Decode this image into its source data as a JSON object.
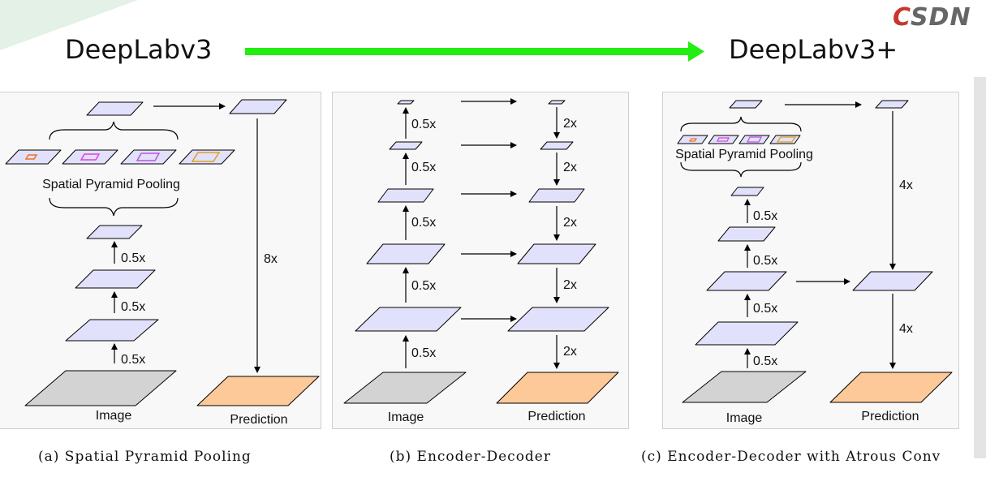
{
  "header": {
    "logo_text": "CSDN",
    "left_title": "DeepLabv3",
    "right_title": "DeepLabv3+",
    "arrow_color": "#22ee11"
  },
  "colors": {
    "feature_fill": "#e1e1fb",
    "image_fill": "#d3d3d3",
    "prediction_fill": "#fdc998",
    "pool_box_colors": [
      "#f07020",
      "#e040e0",
      "#c050e0",
      "#e0a020"
    ]
  },
  "panels": {
    "a": {
      "pool_label": "Spatial Pyramid Pooling",
      "scale_labels": [
        "0.5x",
        "0.5x",
        "0.5x"
      ],
      "upsample_label": "8x",
      "image_label": "Image",
      "prediction_label": "Prediction",
      "caption": "(a) Spatial Pyramid Pooling"
    },
    "b": {
      "encoder_labels": [
        "0.5x",
        "0.5x",
        "0.5x",
        "0.5x",
        "0.5x"
      ],
      "decoder_labels": [
        "2x",
        "2x",
        "2x",
        "2x",
        "2x"
      ],
      "image_label": "Image",
      "prediction_label": "Prediction",
      "caption": "(b) Encoder-Decoder"
    },
    "c": {
      "pool_label": "Spatial Pyramid Pooling",
      "encoder_labels": [
        "0.5x",
        "0.5x",
        "0.5x",
        "0.5x"
      ],
      "decoder_labels": [
        "4x",
        "4x"
      ],
      "image_label": "Image",
      "prediction_label": "Prediction",
      "caption": "(c) Encoder-Decoder with Atrous Conv"
    }
  }
}
